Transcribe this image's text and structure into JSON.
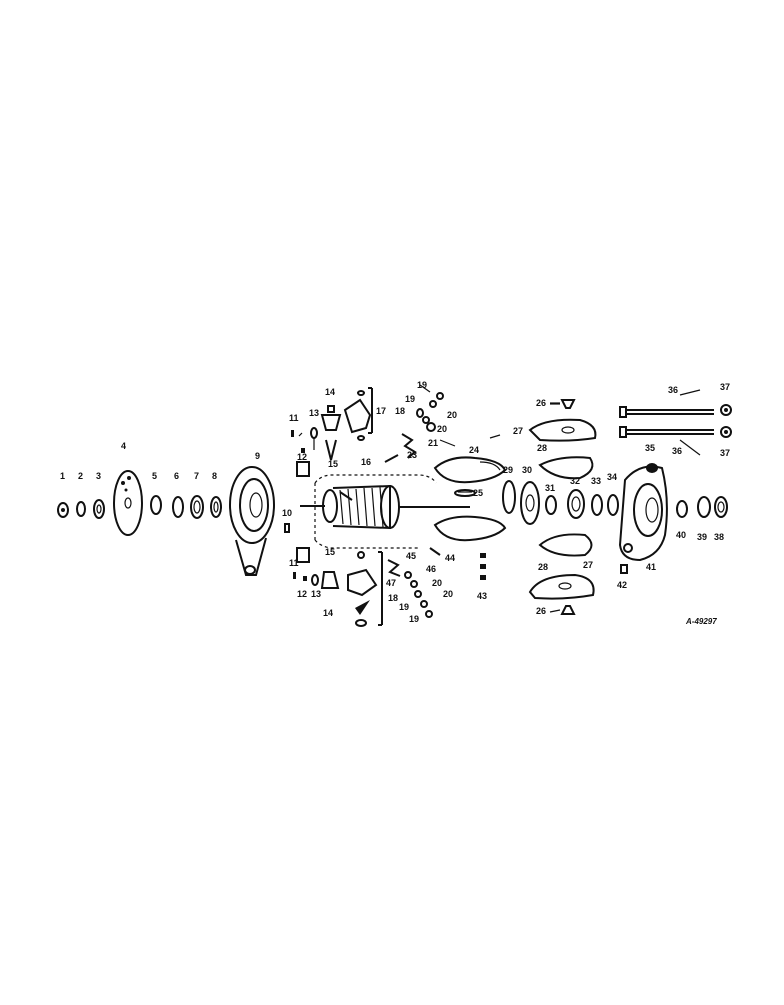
{
  "diagram": {
    "drawing_number": "A-49297",
    "callouts": [
      "1",
      "2",
      "3",
      "4",
      "5",
      "6",
      "7",
      "8",
      "9",
      "10",
      "11",
      "12",
      "13",
      "14",
      "15",
      "16",
      "17",
      "18",
      "19",
      "20",
      "21",
      "23",
      "24",
      "25",
      "26",
      "27",
      "28",
      "29",
      "30",
      "31",
      "32",
      "33",
      "34",
      "35",
      "36",
      "37",
      "38",
      "39",
      "40",
      "41",
      "42",
      "43",
      "44",
      "45",
      "46",
      "47"
    ],
    "labels": [
      {
        "id": "c1",
        "text": "1"
      },
      {
        "id": "c2",
        "text": "2"
      },
      {
        "id": "c3",
        "text": "3"
      },
      {
        "id": "c4",
        "text": "4"
      },
      {
        "id": "c5",
        "text": "5"
      },
      {
        "id": "c6",
        "text": "6"
      },
      {
        "id": "c7",
        "text": "7"
      },
      {
        "id": "c8",
        "text": "8"
      },
      {
        "id": "c9",
        "text": "9"
      },
      {
        "id": "c10",
        "text": "10"
      },
      {
        "id": "c11a",
        "text": "11"
      },
      {
        "id": "c12a",
        "text": "12"
      },
      {
        "id": "c13a",
        "text": "13"
      },
      {
        "id": "c14a",
        "text": "14"
      },
      {
        "id": "c15a",
        "text": "15"
      },
      {
        "id": "c11b",
        "text": "11"
      },
      {
        "id": "c12b",
        "text": "12"
      },
      {
        "id": "c13b",
        "text": "13"
      },
      {
        "id": "c14b",
        "text": "14"
      },
      {
        "id": "c15b",
        "text": "15"
      },
      {
        "id": "c16",
        "text": "16"
      },
      {
        "id": "c17",
        "text": "17"
      },
      {
        "id": "c19a",
        "text": "19"
      },
      {
        "id": "c19b",
        "text": "19"
      },
      {
        "id": "c18a",
        "text": "18"
      },
      {
        "id": "c20a",
        "text": "20"
      },
      {
        "id": "c20b",
        "text": "20"
      },
      {
        "id": "c21",
        "text": "21"
      },
      {
        "id": "c23",
        "text": "23"
      },
      {
        "id": "c24",
        "text": "24"
      },
      {
        "id": "c25",
        "text": "25"
      },
      {
        "id": "c26a",
        "text": "26"
      },
      {
        "id": "c27a",
        "text": "27"
      },
      {
        "id": "c28a",
        "text": "28"
      },
      {
        "id": "c29",
        "text": "29"
      },
      {
        "id": "c30",
        "text": "30"
      },
      {
        "id": "c31",
        "text": "31"
      },
      {
        "id": "c32",
        "text": "32"
      },
      {
        "id": "c33",
        "text": "33"
      },
      {
        "id": "c34a",
        "text": "34"
      },
      {
        "id": "c35",
        "text": "35"
      },
      {
        "id": "c36a",
        "text": "36"
      },
      {
        "id": "c36b",
        "text": "36"
      },
      {
        "id": "c37a",
        "text": "37"
      },
      {
        "id": "c37b",
        "text": "37"
      },
      {
        "id": "c38",
        "text": "38"
      },
      {
        "id": "c39",
        "text": "39"
      },
      {
        "id": "c40",
        "text": "40"
      },
      {
        "id": "c41",
        "text": "41"
      },
      {
        "id": "c42",
        "text": "42"
      },
      {
        "id": "c28b",
        "text": "28"
      },
      {
        "id": "c27b",
        "text": "27"
      },
      {
        "id": "c26b",
        "text": "26"
      },
      {
        "id": "c43",
        "text": "43"
      },
      {
        "id": "c44",
        "text": "44"
      },
      {
        "id": "c45",
        "text": "45"
      },
      {
        "id": "c46",
        "text": "46"
      },
      {
        "id": "c47",
        "text": "47"
      },
      {
        "id": "c18b",
        "text": "18"
      },
      {
        "id": "c20c",
        "text": "20"
      },
      {
        "id": "c20d",
        "text": "20"
      },
      {
        "id": "c19c",
        "text": "19"
      },
      {
        "id": "c19d",
        "text": "19"
      }
    ]
  }
}
